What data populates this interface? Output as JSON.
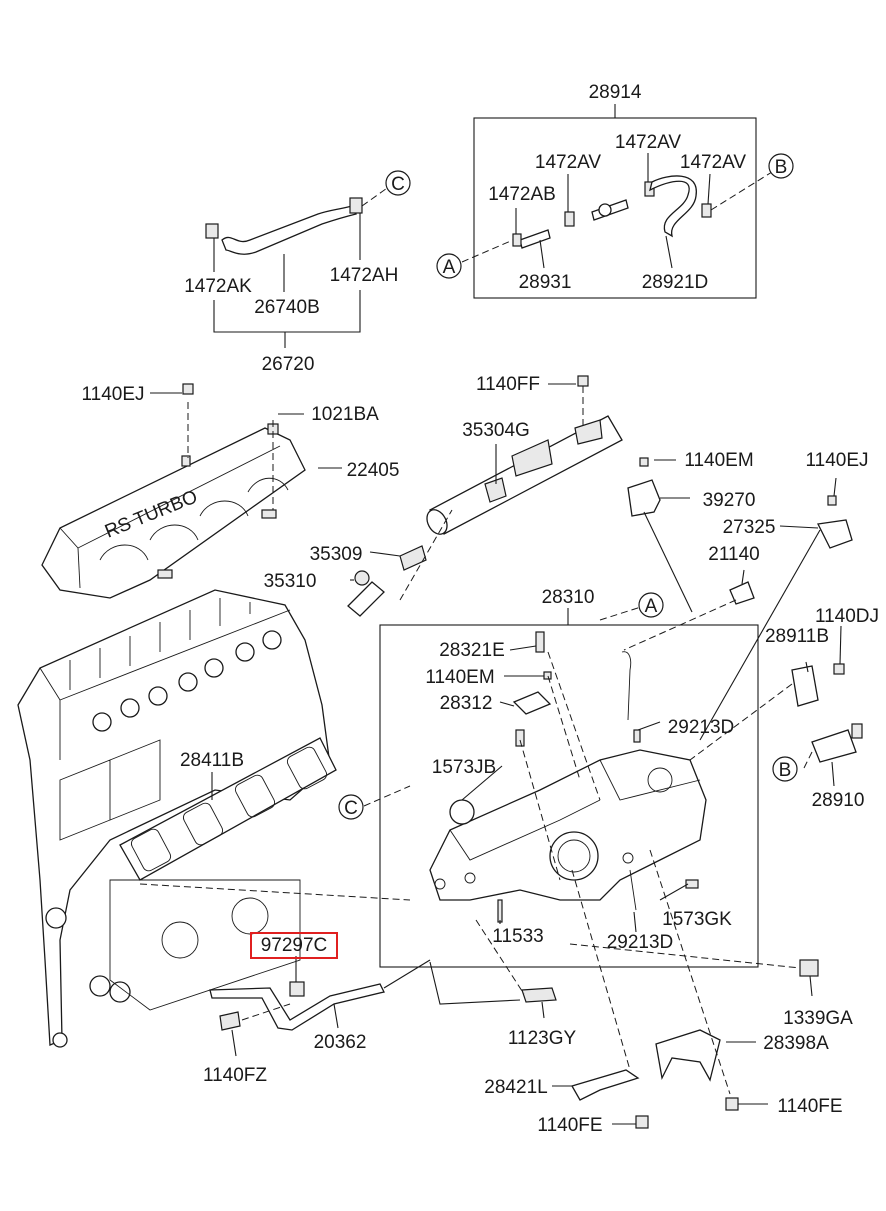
{
  "highlight_color": "#e02020",
  "callouts": {
    "A": "A",
    "B": "B",
    "C": "C"
  },
  "labels": {
    "p28914": "28914",
    "p1472AV_1": "1472AV",
    "p1472AV_2": "1472AV",
    "p1472AV_3": "1472AV",
    "p1472AB": "1472AB",
    "p28931": "28931",
    "p28921D": "28921D",
    "p1472AK": "1472AK",
    "p1472AH": "1472AH",
    "p26740B": "26740B",
    "p26720": "26720",
    "p1140EJ_1": "1140EJ",
    "p1021BA": "1021BA",
    "p22405": "22405",
    "p1140FF": "1140FF",
    "p35304G": "35304G",
    "p1140EM_1": "1140EM",
    "p39270": "39270",
    "p1140EJ_2": "1140EJ",
    "p27325": "27325",
    "p35309": "35309",
    "p35310": "35310",
    "p21140": "21140",
    "p28310": "28310",
    "p28321E": "28321E",
    "p1140DJ": "1140DJ",
    "p28911B": "28911B",
    "p1140EM_2": "1140EM",
    "p28312": "28312",
    "p29213D_1": "29213D",
    "p28411B": "28411B",
    "p1573JB": "1573JB",
    "p28910": "28910",
    "p97297C": "97297C",
    "p11533": "11533",
    "p29213D_2": "29213D",
    "p1573GK": "1573GK",
    "p1339GA": "1339GA",
    "p1140FZ": "1140FZ",
    "p20362": "20362",
    "p1123GY": "1123GY",
    "p28398A": "28398A",
    "p28421L": "28421L",
    "p1140FE_1": "1140FE",
    "p1140FE_2": "1140FE"
  },
  "cover_text": "RS TURBO"
}
